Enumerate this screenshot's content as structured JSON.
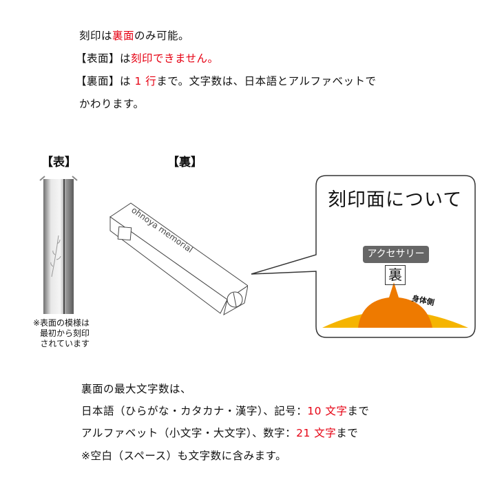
{
  "intro": {
    "line1": {
      "a": "刻印は",
      "b": "裏面",
      "c": "のみ可能。"
    },
    "line2": {
      "a": "【表面】は",
      "b": "刻印できません。"
    },
    "line3": {
      "a": "【裏面】は ",
      "b": "1 行",
      "c": "まで。文字数は、日本語とアルファベットで"
    },
    "line4": "かわります。"
  },
  "front": {
    "label": "【表】",
    "note": [
      "※表面の模様は",
      "最初から刻印",
      "されています"
    ]
  },
  "back": {
    "label": "【裏】",
    "engraving": "ohnoya memorial"
  },
  "callout": {
    "title": "刻印面について",
    "badge": "アクセサリー",
    "side": "裏",
    "body_side": "身体側"
  },
  "limits": {
    "line1": "裏面の最大文字数は、",
    "line2": {
      "a": "日本語（ひらがな・カタカナ・漢字）、記号：",
      "b": "10 文字",
      "c": "まで"
    },
    "line3": {
      "a": "アルファベット（小文字・大文字）、数字：",
      "b": "21 文字",
      "c": "まで"
    },
    "line4": "※空白（スペース）も文字数に含みます。"
  },
  "colors": {
    "accent": "#e60012",
    "yellow": "#f5b400",
    "orange": "#ee7a00"
  }
}
